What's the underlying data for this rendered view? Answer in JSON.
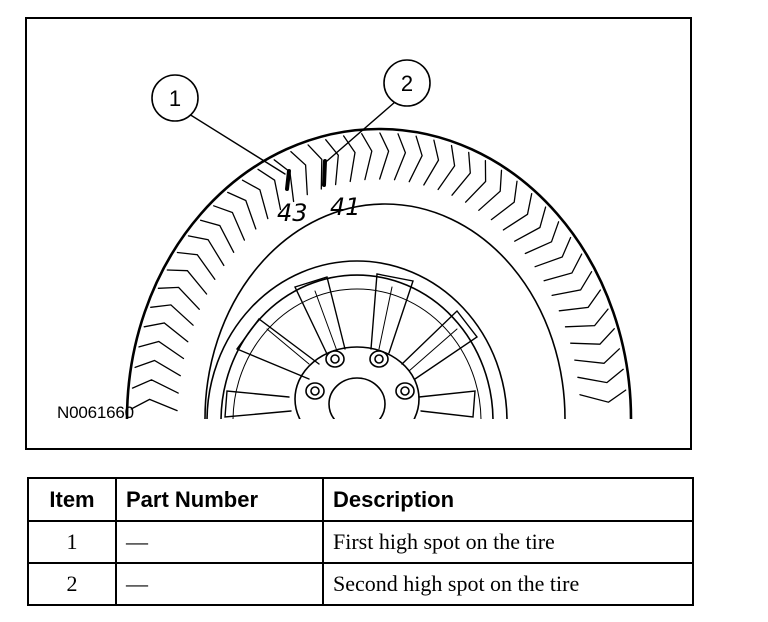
{
  "figure": {
    "id_label": "N0061660",
    "callouts": [
      {
        "number": "1",
        "mark_value": "43"
      },
      {
        "number": "2",
        "mark_value": "41"
      }
    ]
  },
  "table": {
    "headers": {
      "item": "Item",
      "part_number": "Part Number",
      "description": "Description"
    },
    "rows": [
      {
        "item": "1",
        "part_number": "—",
        "description": "First high spot on the tire"
      },
      {
        "item": "2",
        "part_number": "—",
        "description": "Second high spot on the tire"
      }
    ]
  }
}
